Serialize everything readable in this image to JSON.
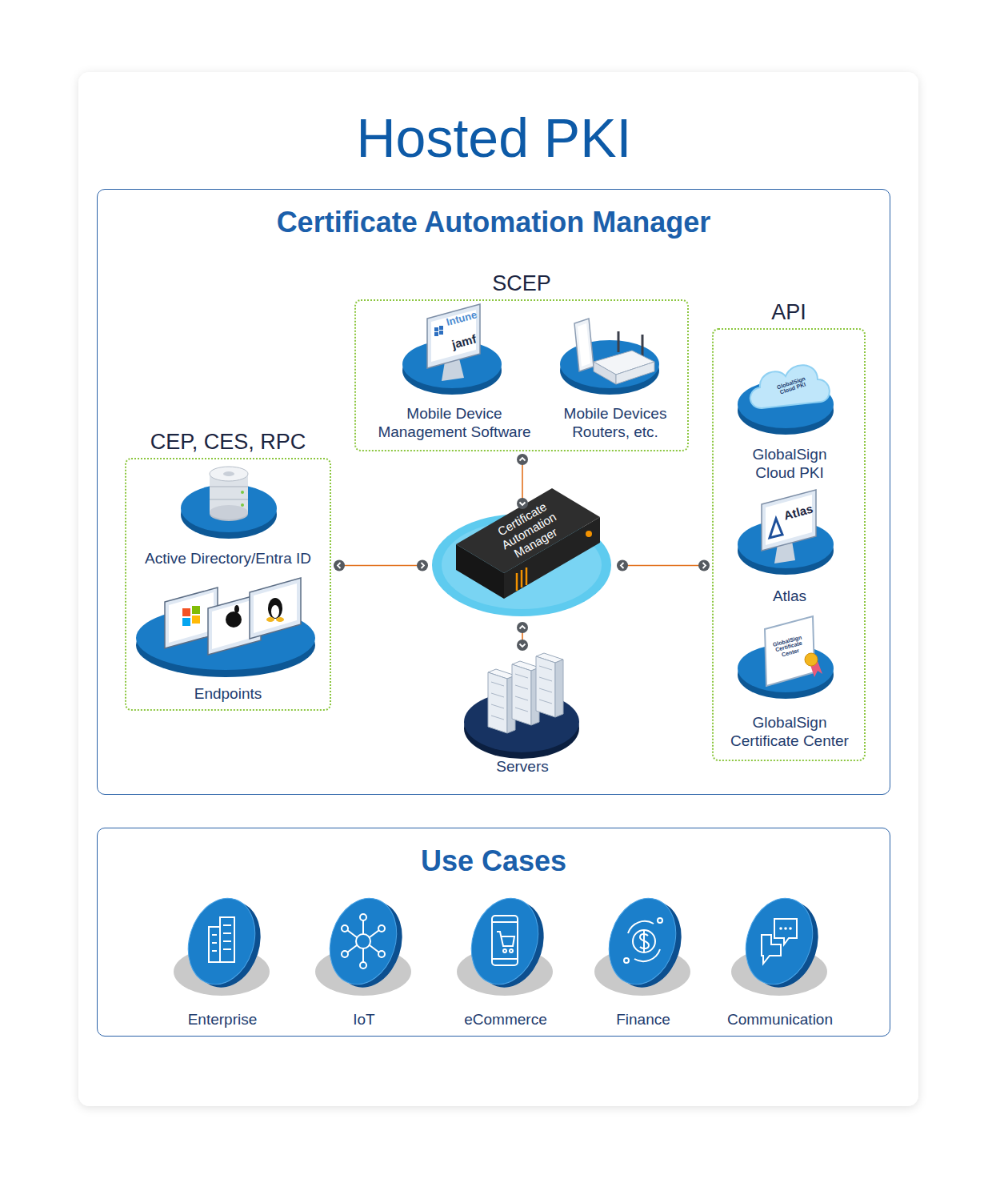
{
  "diagram": {
    "title": "Hosted PKI",
    "nodes": [
      {
        "text": [
          "Certificate Automation Manager"
        ]
      },
      {
        "text": [
          "SCEP"
        ],
        "in": 0
      },
      {
        "text": [
          "Mobile Device Management Software"
        ],
        "in": 1
      },
      {
        "text": [
          "Mobile Devices Routers, etc."
        ],
        "in": 1
      },
      {
        "text": [
          "API"
        ],
        "in": 0
      },
      {
        "text": [
          "GlobalSign Cloud PKI"
        ],
        "in": 4
      },
      {
        "text": [
          "Atlas"
        ],
        "in": 4
      },
      {
        "text": [
          "GlobalSign Certificate Center"
        ],
        "in": 4
      },
      {
        "text": [
          "CEP, CES, RPC"
        ],
        "in": 0
      },
      {
        "text": [
          "Active Directory/Entra ID"
        ],
        "in": 8
      },
      {
        "text": [
          "Endpoints"
        ],
        "in": 8
      },
      {
        "text": [
          "Certificate Automation Manager"
        ],
        "in": 0
      },
      {
        "text": [
          "Servers"
        ],
        "in": 0
      },
      {
        "text": [
          "Use Cases"
        ]
      },
      {
        "text": [
          "Enterprise"
        ],
        "in": 13
      },
      {
        "text": [
          "IoT"
        ],
        "in": 13
      },
      {
        "text": [
          "eCommerce"
        ],
        "in": 13
      },
      {
        "text": [
          "Finance"
        ],
        "in": 13
      },
      {
        "text": [
          "Communication"
        ],
        "in": 13
      }
    ],
    "edges": [
      {
        "from": 11,
        "to": 1,
        "arrow": "both"
      },
      {
        "from": 11,
        "to": 8,
        "arrow": "both"
      },
      {
        "from": 11,
        "to": 4,
        "arrow": "both"
      },
      {
        "from": 11,
        "to": 12,
        "arrow": "both"
      }
    ],
    "labels": [
      "Intune",
      "jamf",
      "GlobalSign Cloud PKI",
      "Atlas",
      "GlobalSign Certificate Center"
    ]
  }
}
